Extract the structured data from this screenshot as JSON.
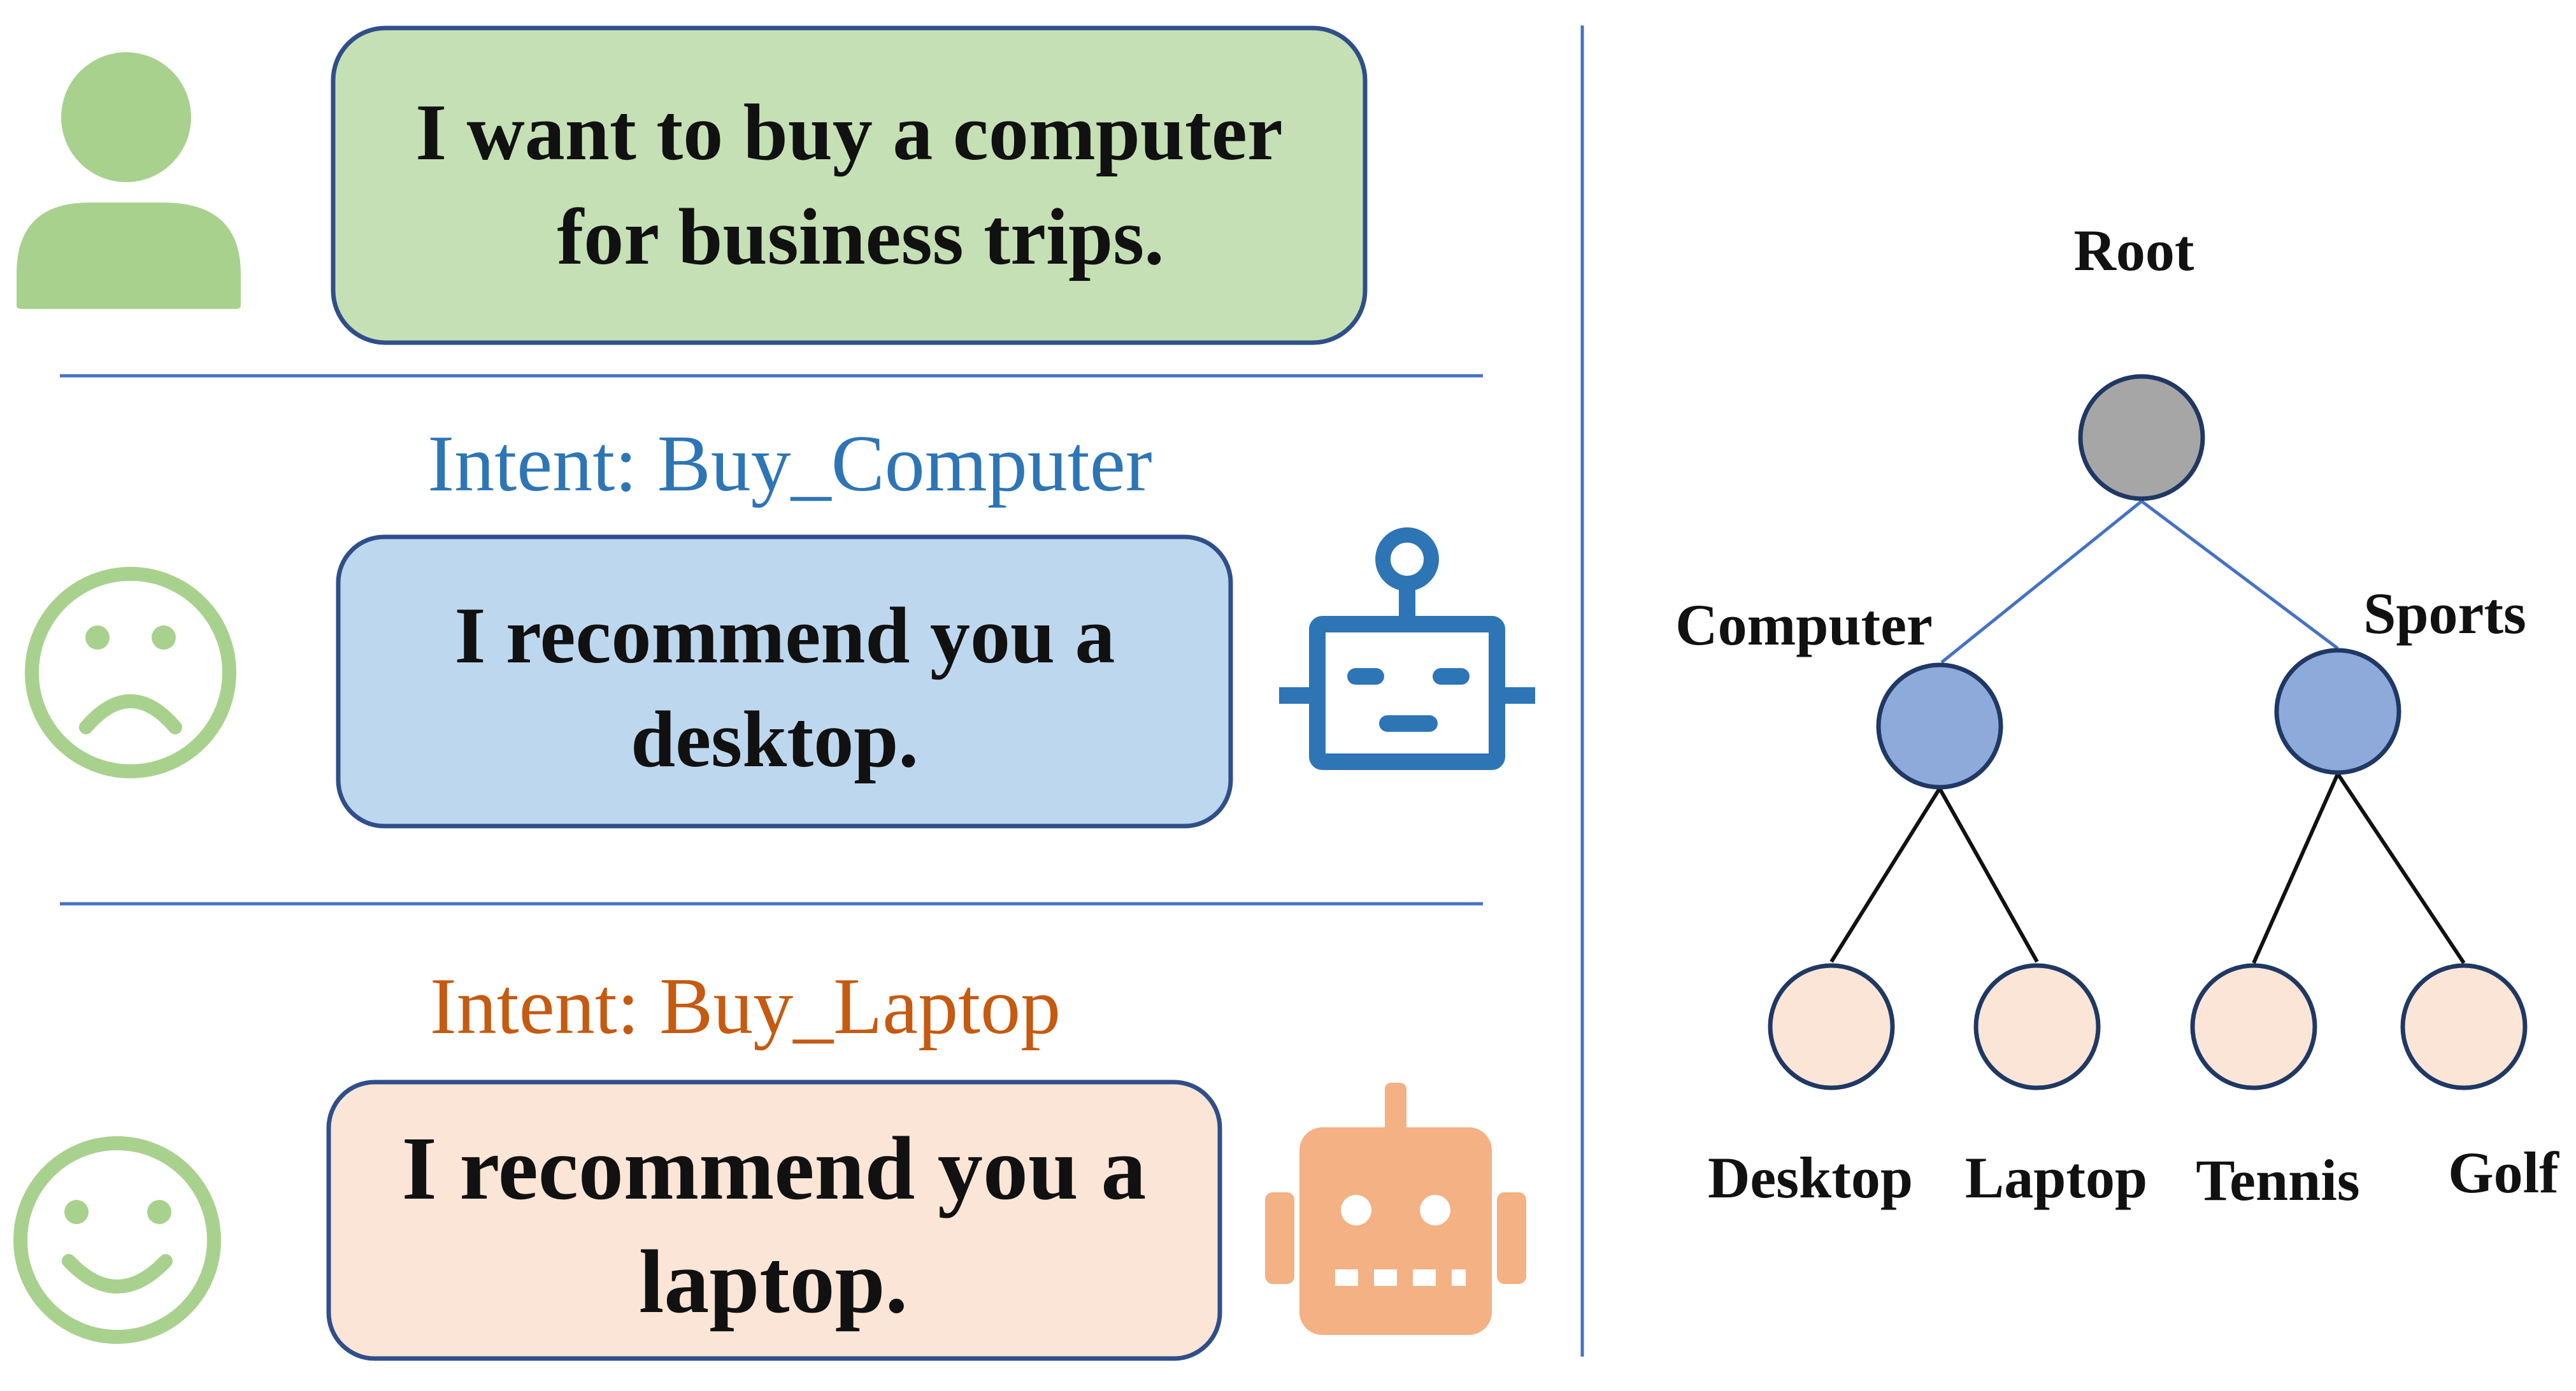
{
  "colors": {
    "user_green": "#a9d18e",
    "bubble_green": "#c5e0b4",
    "bubble_blue": "#bdd7ee",
    "bubble_orange": "#fbe5d6",
    "bubble_border": "#2f4f8a",
    "robot_blue": "#2e75b6",
    "robot_orange": "#f4b183",
    "intent_blue": "#2e75b6",
    "intent_orange": "#c55a11",
    "divider": "#4472c4",
    "root_gray": "#a6a6a6",
    "mid_blue": "#8eaadb",
    "leaf_peach": "#fbe5d6"
  },
  "conversation": {
    "user_icon": "user-person-icon",
    "user_line1": "I want to buy a computer",
    "user_line2": "for business trips.",
    "turn1": {
      "reaction_icon": "sad-face-icon",
      "intent": "Intent: Buy_Computer",
      "line1": "I recommend you a",
      "line2": "desktop.",
      "robot_icon": "robot-outline-icon"
    },
    "turn2": {
      "reaction_icon": "happy-face-icon",
      "intent": "Intent: Buy_Laptop",
      "line1": "I recommend you a",
      "line2": "laptop.",
      "robot_icon": "robot-filled-icon"
    }
  },
  "tree": {
    "root": "Root",
    "computer": "Computer",
    "sports": "Sports",
    "desktop": "Desktop",
    "laptop": "Laptop",
    "tennis": "Tennis",
    "golf": "Golf"
  }
}
